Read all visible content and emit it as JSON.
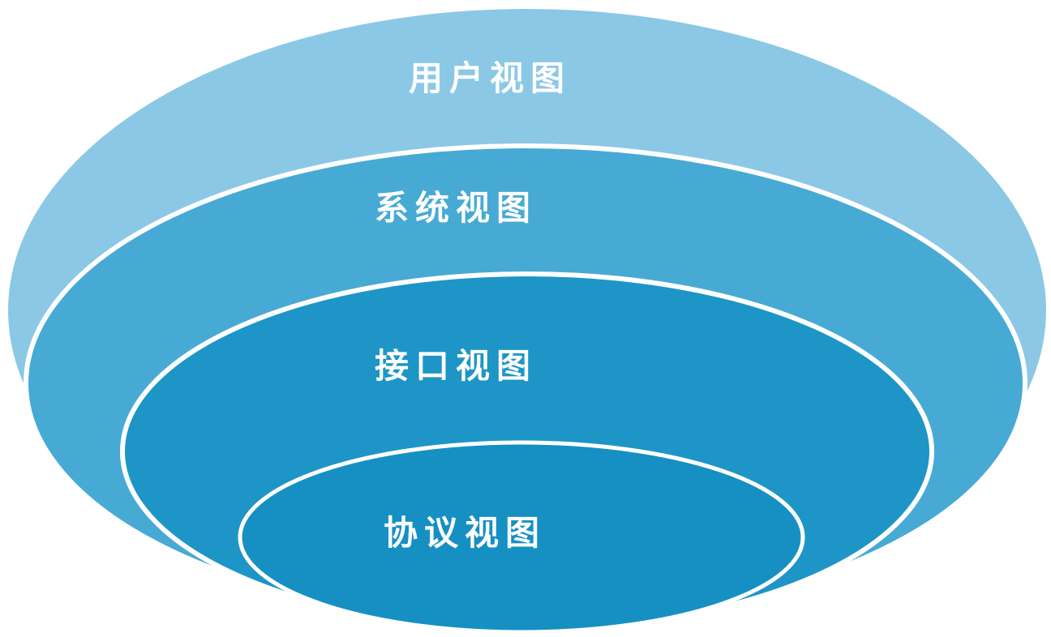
{
  "diagram": {
    "type": "nested-ellipse-layers",
    "background_color": "#ffffff",
    "separator_color": "#ffffff",
    "layers": [
      {
        "label": "用户视图",
        "color": "#8BC8E6"
      },
      {
        "label": "系统视图",
        "color": "#47AAD4"
      },
      {
        "label": "接口视图",
        "color": "#1D95C7"
      },
      {
        "label": "协议视图",
        "color": "#1690C3"
      }
    ]
  }
}
